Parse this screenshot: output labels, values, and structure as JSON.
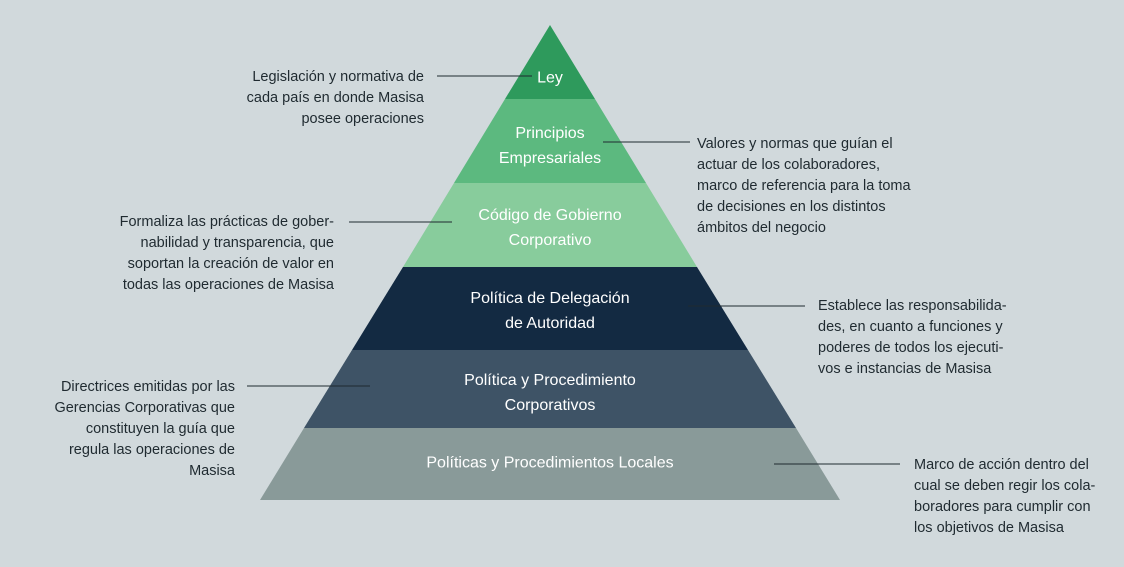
{
  "background": "#d1d9dc",
  "tiers": [
    {
      "label": "Ley",
      "color": "#2e9a5c"
    },
    {
      "label": "Principios\nEmpresariales",
      "color": "#5cb97f"
    },
    {
      "label": "Código de Gobierno\nCorporativo",
      "color": "#88cc9c"
    },
    {
      "label": "Política de Delegación\nde Autoridad",
      "color": "#132a42"
    },
    {
      "label": "Política y Procedimiento\nCorporativos",
      "color": "#3e5366"
    },
    {
      "label": "Políticas y Procedimientos Locales",
      "color": "#899a99"
    }
  ],
  "notes": [
    {
      "text": "Legislación y normativa de\ncada país en donde Masisa\nposee operaciones"
    },
    {
      "text": "Valores y normas que guían el\nactuar de los colaboradores,\nmarco de referencia para la toma\nde decisiones en los distintos\námbitos del negocio"
    },
    {
      "text": "Formaliza las prácticas de gober-\nnabilidad y transparencia, que\nsoportan la creación de valor en\ntodas las operaciones de Masisa"
    },
    {
      "text": "Establece las responsabilida-\ndes, en cuanto a funciones y\npoderes de todos los ejecuti-\nvos e instancias de Masisa"
    },
    {
      "text": "Directrices emitidas por las\nGerencias Corporativas que\nconstituyen la guía que\nregula las operaciones de\nMasisa"
    },
    {
      "text": "Marco de acción dentro del\ncual se deben regir los cola-\nboradores para cumplir con\nlos objetivos de Masisa"
    }
  ],
  "connector_color": "#1f2a30"
}
